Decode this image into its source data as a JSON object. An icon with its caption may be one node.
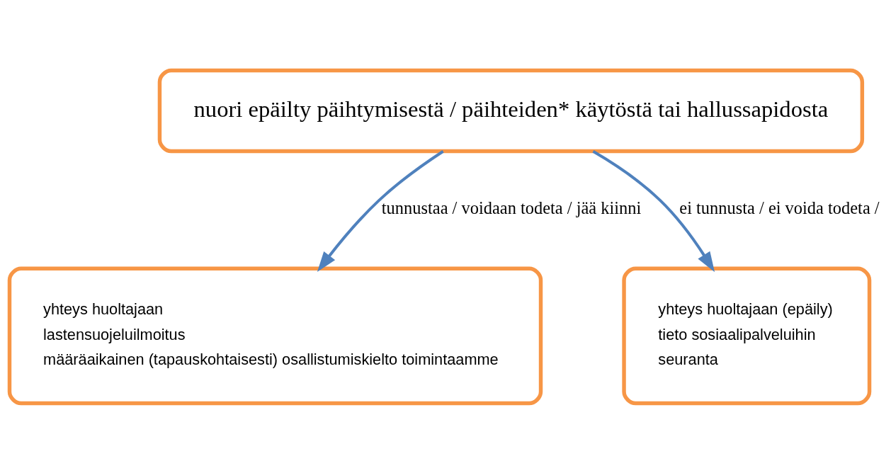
{
  "diagram": {
    "nodes": [
      {
        "text": [
          "nuori epäilty päihtymisestä / päihteiden* käytöstä tai hallussapidosta"
        ]
      },
      {
        "text": [
          "yhteys huoltajaan",
          "lastensuojeluilmoitus",
          "määräaikainen (tapauskohtaisesti) osallistumiskielto toimintaamme"
        ]
      },
      {
        "text": [
          "yhteys huoltajaan (epäily)",
          "tieto sosiaalipalveluihin",
          "seuranta"
        ]
      }
    ],
    "edges": [
      {
        "from": 0,
        "to": 1,
        "arrow": "to",
        "label": "tunnustaa / voidaan todeta / jää kiinni"
      },
      {
        "from": 0,
        "to": 2,
        "arrow": "to",
        "label": "ei tunnusta / ei voida todeta /"
      }
    ]
  }
}
